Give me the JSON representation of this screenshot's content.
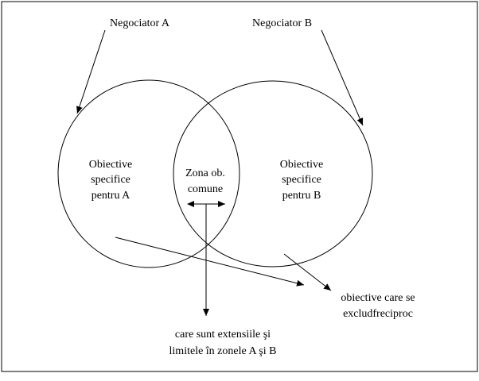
{
  "diagram": {
    "negotiator_a": "Negociator A",
    "negotiator_b": "Negociator B",
    "left_region": [
      "Obiective",
      "specifice",
      "pentru A"
    ],
    "overlap_region": [
      "Zona ob.",
      "comune"
    ],
    "right_region": [
      "Obiective",
      "specifice",
      "pentru B"
    ],
    "exclusive_note": [
      "obiective care se",
      "excludfreciproc"
    ],
    "bottom_note": [
      "care sunt extensiile şi",
      "limitele în zonele A şi B"
    ]
  },
  "colors": {
    "stroke": "#000000",
    "background": "#ffffff"
  }
}
